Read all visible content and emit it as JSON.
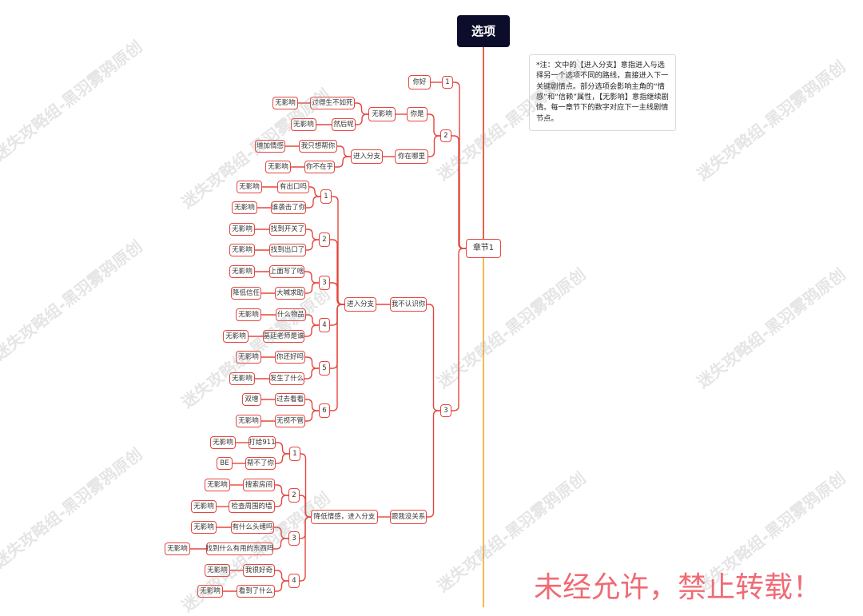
{
  "title": "选项",
  "chapter": "章节1",
  "note": "*注：文中的【进入分支】意指进入与选择另一个选项不同的路线，直接进入下一关键剧情点。部分选项会影响主角的“情感”和“信赖”属性，【无影响】意指继续剧情。每一章节下的数字对应下一主线剧情节点。",
  "footer_text": "未经允许，禁止转载！",
  "watermark": "迷失攻略组-黑羽雾鸦原创",
  "colors": {
    "line": "#e5463f",
    "trunk": "#f5a623",
    "root_bg": "#0b0d2a"
  },
  "nodes": {
    "n1": "1",
    "n1_ans": "你好",
    "n2": "2",
    "n2_a": "你是",
    "n2_a_branch": "无影响",
    "n2_a_o1": "过得生不如死",
    "n2_a_o1_r": "无影响",
    "n2_a_o2": "然后呢",
    "n2_a_o2_r": "无影响",
    "n2_b": "你在哪里",
    "n2_b_branch": "进入分支",
    "n2_b_o1": "我只想帮你",
    "n2_b_o1_r": "增加情感",
    "n2_b_o2": "你不在乎",
    "n2_b_o2_r": "无影响",
    "n3": "3",
    "p1": "我不认识你",
    "p1_branch": "进入分支",
    "p1_s1": "1",
    "p1_s1_o1": "有出口吗",
    "p1_s1_o1_r": "无影响",
    "p1_s1_o2": "谁袭击了你",
    "p1_s1_o2_r": "无影响",
    "p1_s2": "2",
    "p1_s2_o1": "找到开关了",
    "p1_s2_o1_r": "无影响",
    "p1_s2_o2": "找到出口了",
    "p1_s2_o2_r": "无影响",
    "p1_s3": "3",
    "p1_s3_o1": "上面写了啥",
    "p1_s3_o1_r": "无影响",
    "p1_s3_o2": "大喊求助",
    "p1_s3_o2_r": "降低信任",
    "p1_s4": "4",
    "p1_s4_o1": "什么物品",
    "p1_s4_o1_r": "无影响",
    "p1_s4_o2": "基廷老师是谁",
    "p1_s4_o2_r": "无影响",
    "p1_s5": "5",
    "p1_s5_o1": "你还好吗",
    "p1_s5_o1_r": "无影响",
    "p1_s5_o2": "发生了什么",
    "p1_s5_o2_r": "无影响",
    "p1_s6": "6",
    "p1_s6_o1": "过去看看",
    "p1_s6_o1_r": "双增",
    "p1_s6_o2": "无视不管",
    "p1_s6_o2_r": "无影响",
    "p2": "跟我没关系",
    "p2_branch": "降低情感，进入分支",
    "p2_s1": "1",
    "p2_s1_o1": "打给911",
    "p2_s1_o1_r": "无影响",
    "p2_s1_o2": "帮不了你",
    "p2_s1_o2_r": "BE",
    "p2_s2": "2",
    "p2_s2_o1": "搜索房间",
    "p2_s2_o1_r": "无影响",
    "p2_s2_o2": "检查周围的墙",
    "p2_s2_o2_r": "无影响",
    "p2_s3": "3",
    "p2_s3_o1": "有什么头绪吗",
    "p2_s3_o1_r": "无影响",
    "p2_s3_o2": "找到什么有用的东西吗",
    "p2_s3_o2_r": "无影响",
    "p2_s4": "4",
    "p2_s4_o1": "我很好奇",
    "p2_s4_o1_r": "无影响",
    "p2_s4_o2": "看到了什么",
    "p2_s4_o2_r": "无影响"
  }
}
